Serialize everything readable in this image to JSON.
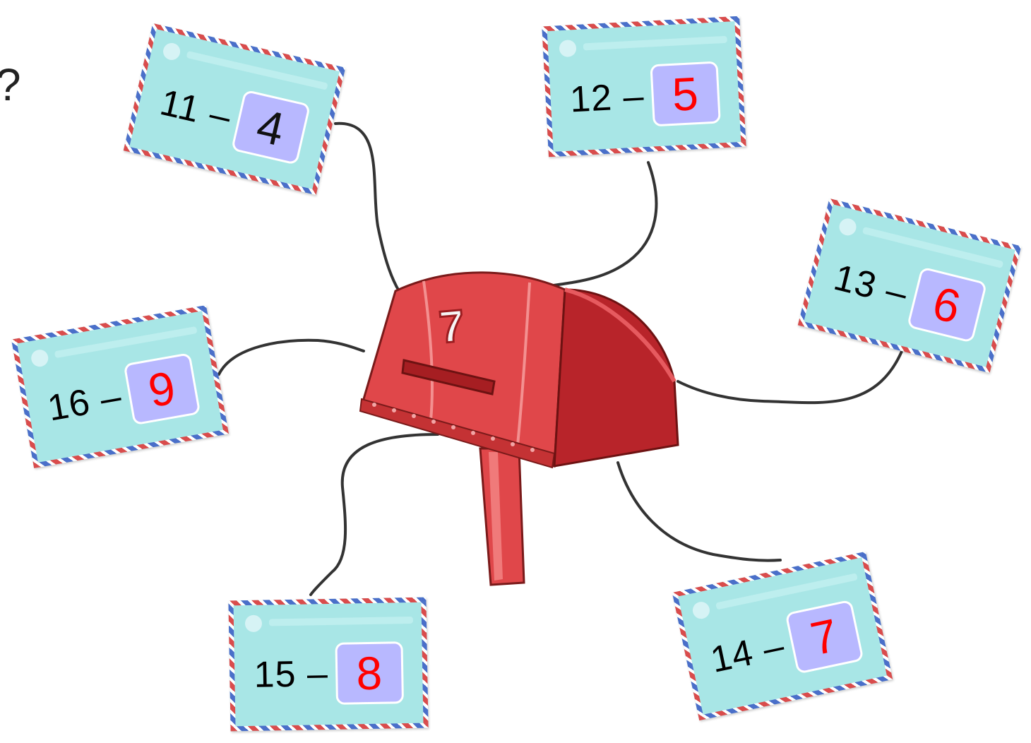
{
  "question_mark": "?",
  "center": {
    "label": "7"
  },
  "colors": {
    "envelope": "#a8e6e6",
    "answer_box": "#b8b8ff",
    "answer_red": "#ff0000",
    "mailbox": "#e0474a",
    "line": "#333333"
  },
  "envelopes": [
    {
      "expression": "11 –",
      "answer": "4"
    },
    {
      "expression": "12 –",
      "answer": "5"
    },
    {
      "expression": "13 –",
      "answer": "6"
    },
    {
      "expression": "14 –",
      "answer": "7"
    },
    {
      "expression": "15 –",
      "answer": "8"
    },
    {
      "expression": "16 –",
      "answer": "9"
    }
  ]
}
